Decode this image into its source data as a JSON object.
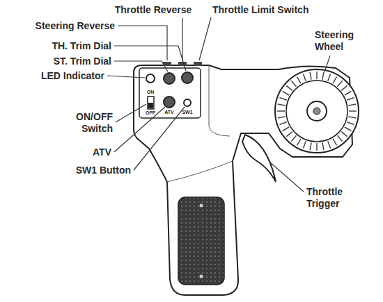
{
  "diagram": {
    "labels": [
      "Throttle Reverse",
      "Throttle Limit Switch",
      "Steering Reverse",
      "Steering Wheel",
      "TH. Trim Dial",
      "ST. Trim Dial",
      "LED Indicator",
      "ON/OFF Switch",
      "ATV",
      "SW1 Button",
      "Throttle Trigger",
      "ON",
      "OFF",
      "ATV",
      "SW1"
    ]
  }
}
